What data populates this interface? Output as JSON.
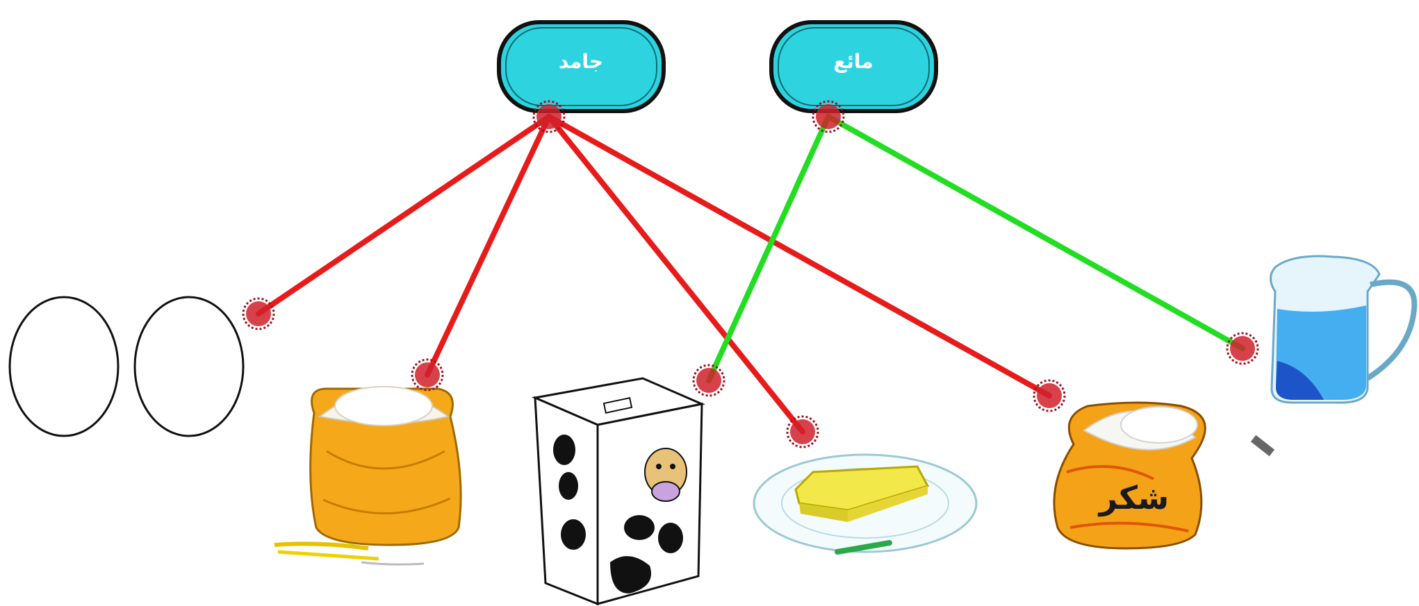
{
  "categories": [
    {
      "id": "solid",
      "label": "جامد",
      "color": "#2ed3e0"
    },
    {
      "id": "liquid",
      "label": "مائع",
      "color": "#2ed3e0"
    }
  ],
  "items": [
    {
      "id": "eggs",
      "icon": "eggs-icon"
    },
    {
      "id": "flour",
      "icon": "flour-sack-icon"
    },
    {
      "id": "milk",
      "icon": "milk-carton-icon"
    },
    {
      "id": "butter",
      "icon": "butter-plate-icon"
    },
    {
      "id": "sugar",
      "icon": "sugar-sack-icon",
      "label": "شكر"
    },
    {
      "id": "water",
      "icon": "water-jug-icon"
    }
  ],
  "connections": [
    {
      "from": "solid",
      "to": "eggs",
      "color": "#e81b1b"
    },
    {
      "from": "solid",
      "to": "flour",
      "color": "#e81b1b"
    },
    {
      "from": "solid",
      "to": "butter",
      "color": "#e81b1b"
    },
    {
      "from": "solid",
      "to": "sugar",
      "color": "#e81b1b"
    },
    {
      "from": "liquid",
      "to": "milk",
      "color": "#22dd22"
    },
    {
      "from": "liquid",
      "to": "water",
      "color": "#22dd22"
    }
  ],
  "colors": {
    "line_solid": "#e81b1b",
    "line_liquid": "#22dd22",
    "dot": "#d0202a",
    "label_bg": "#2ed3e0"
  }
}
